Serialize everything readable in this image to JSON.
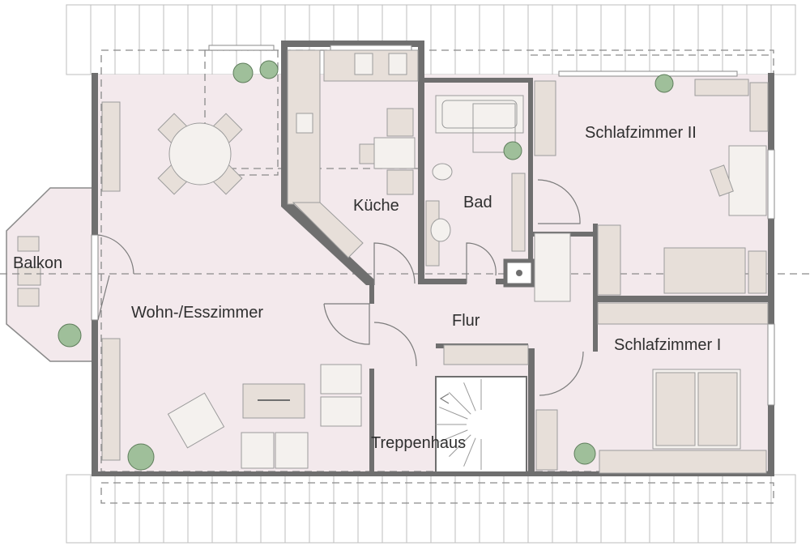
{
  "rooms": {
    "balkon": "Balkon",
    "kueche": "Küche",
    "bad": "Bad",
    "schlafzimmer_2": "Schlafzimmer II",
    "wohn_esszimmer": "Wohn-/Esszimmer",
    "flur": "Flur",
    "schlafzimmer_1": "Schlafzimmer I",
    "treppenhaus": "Treppenhaus"
  }
}
